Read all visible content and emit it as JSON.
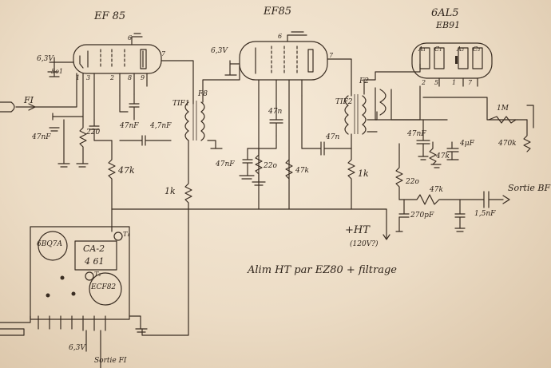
{
  "tubes": {
    "v1_type": "EF 85",
    "v2_type": "EF85",
    "v3_type_top": "6AL5",
    "v3_type_bottom": "EB91"
  },
  "pins": {
    "v1": [
      "1",
      "3",
      "2",
      "8",
      "9",
      "7",
      "6"
    ],
    "v2": [
      "6",
      "7"
    ],
    "v3_sockets": [
      "A₁",
      "C₁",
      "A₂",
      "C₂"
    ],
    "v3_nums": [
      "2",
      "5",
      "1",
      "7"
    ]
  },
  "heaters": {
    "v1": "6,3V",
    "v2": "6,3V",
    "v1_sub": "5o1"
  },
  "inputs": {
    "fi": "FI"
  },
  "transformers": {
    "t1": "TIF1",
    "t1_out": "F8",
    "t2": "TIF2",
    "t2_out": "F2"
  },
  "components": {
    "c1": "47nF",
    "r_220_a": "220",
    "c_4_7nF": "47nF",
    "c_47nF_b": "4,7nF",
    "r_47k_a": "47k",
    "r_1k_a": "1k",
    "c_47n_mid": "47n",
    "c_47nF_v2": "47nF",
    "r_220_b": "22o",
    "r_47k_b": "47k",
    "c_47n_c": "47n",
    "r_1k_b": "1k",
    "r_1M": "1M",
    "pot_470k": "470k",
    "c_47nF_det": "47nF",
    "r_47k_det": "47k",
    "c_4uF": "4μF",
    "r_220_det": "22o",
    "r_47k_out": "47k",
    "c_270pF": "270pF",
    "c_1_5nF": "1,5nF"
  },
  "out_label": "Sortie BF",
  "ht": {
    "label": "+HT",
    "value": "(120V?)"
  },
  "note": "Alim HT par EZ80 + filtrage",
  "module": {
    "tube_a": "6BQ7A",
    "box_line1": "CA-2",
    "box_line2": "4 61",
    "tube_b": "ECF82",
    "t1": "T₁",
    "t2": "T₂",
    "heater": "6,3V",
    "sortie": "Sortie FI"
  }
}
